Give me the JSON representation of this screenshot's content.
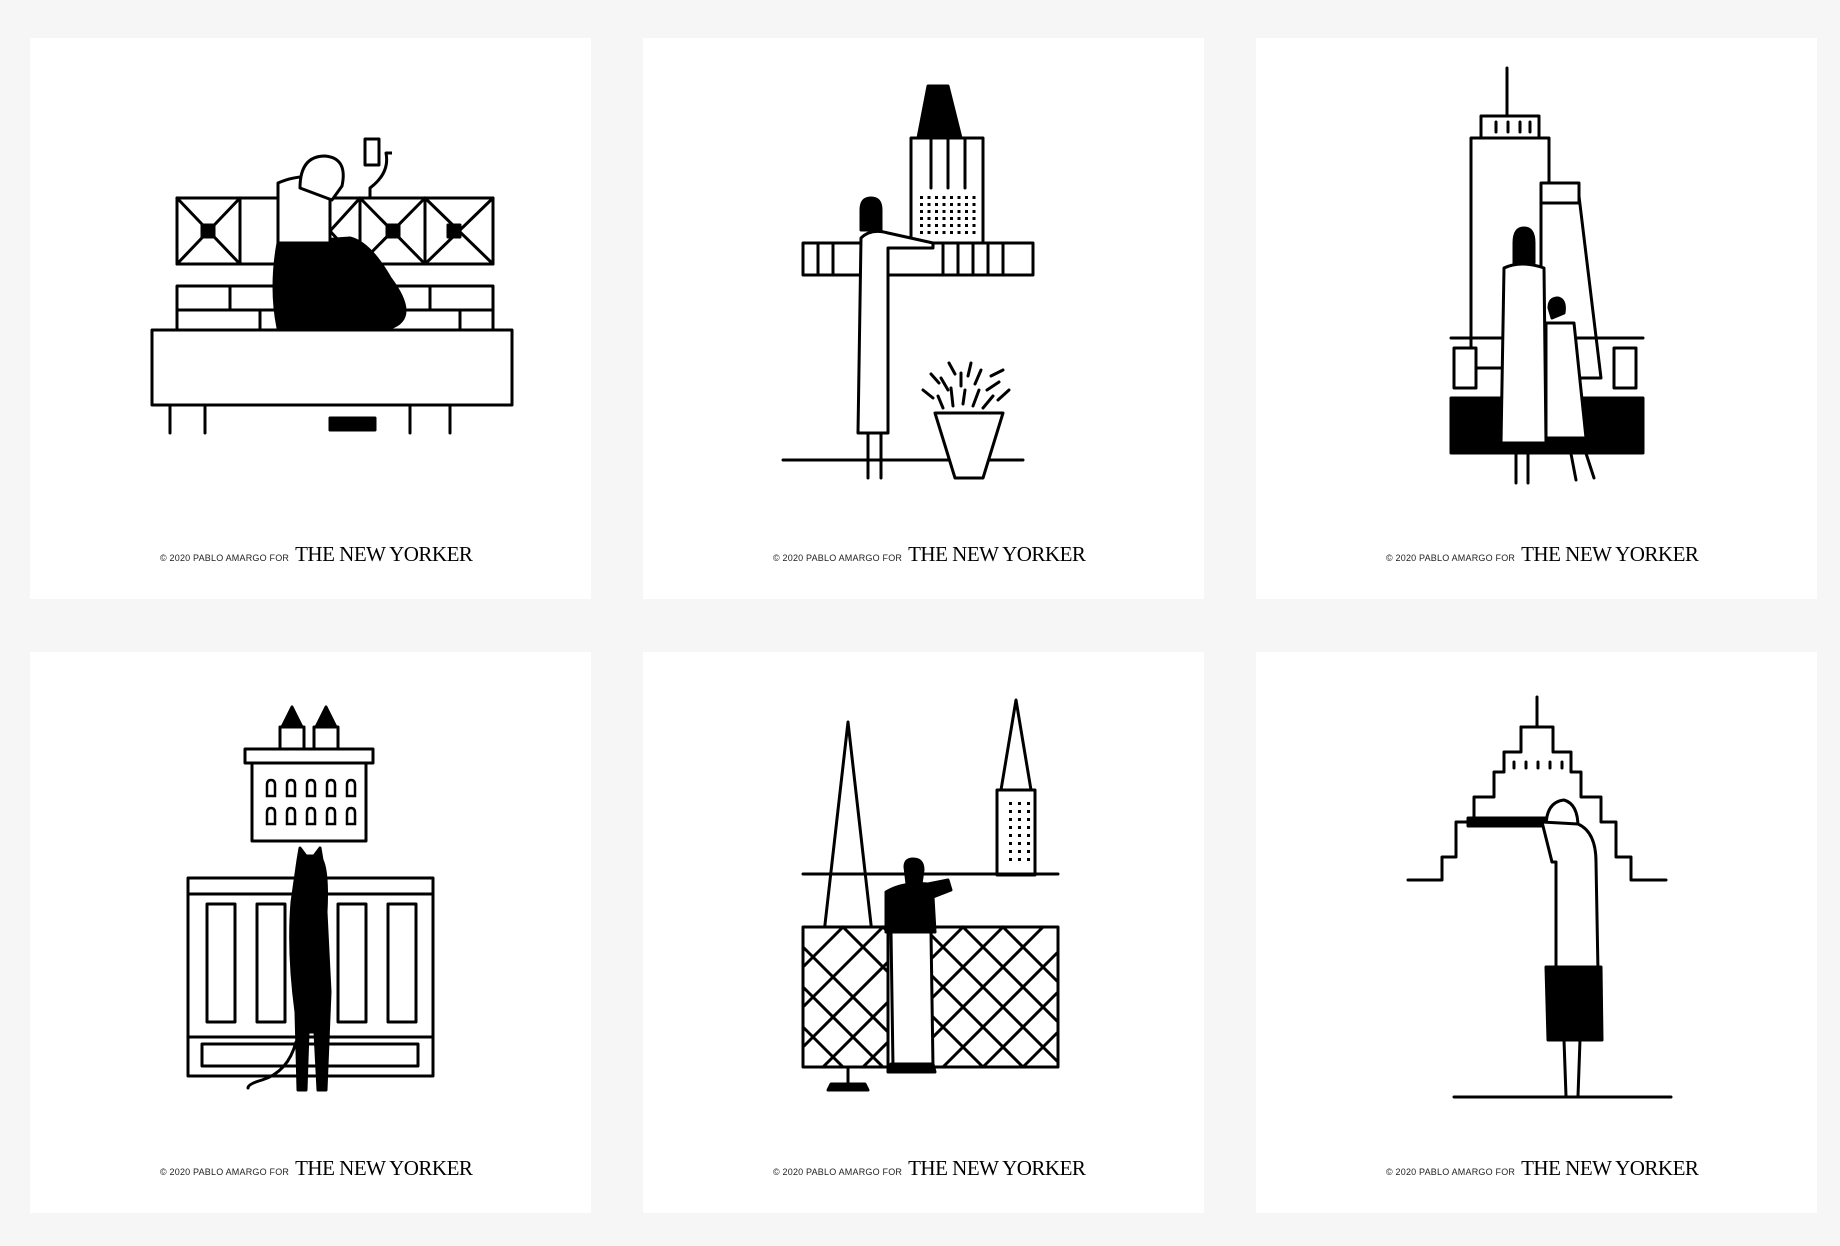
{
  "panels": [
    {
      "credit": "© 2020 PABLO AMARGO FOR",
      "masthead": "THE NEW YORKER"
    },
    {
      "credit": "© 2020 PABLO AMARGO FOR",
      "masthead": "THE NEW YORKER"
    },
    {
      "credit": "© 2020 PABLO AMARGO FOR",
      "masthead": "THE NEW YORKER"
    },
    {
      "credit": "© 2020 PABLO AMARGO FOR",
      "masthead": "THE NEW YORKER"
    },
    {
      "credit": "© 2020 PABLO AMARGO FOR",
      "masthead": "THE NEW YORKER"
    },
    {
      "credit": "© 2020 PABLO AMARGO FOR",
      "masthead": "THE NEW YORKER"
    }
  ]
}
